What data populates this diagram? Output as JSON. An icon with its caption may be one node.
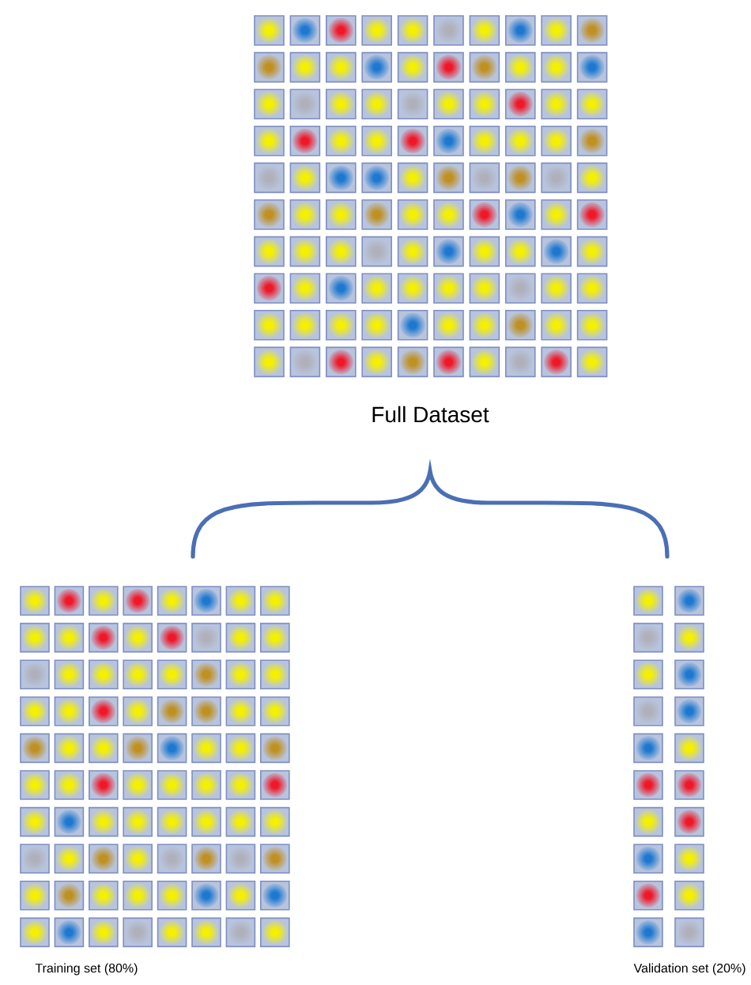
{
  "diagram": {
    "labels": [
      "Full Dataset",
      "Training set (80%)",
      "Validation set (20%)"
    ]
  }
}
